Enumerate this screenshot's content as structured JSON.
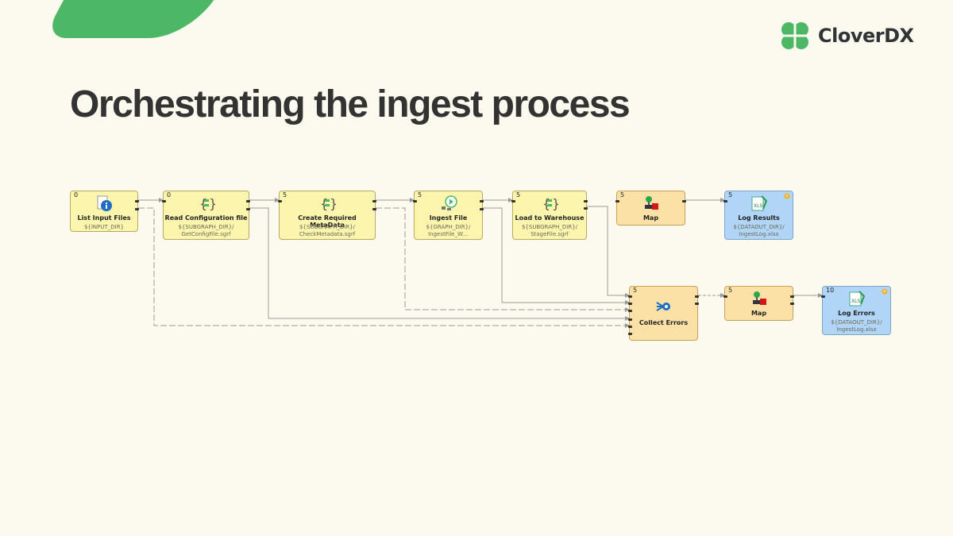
{
  "header": {
    "title": "Orchestrating the ingest process",
    "brand": "CloverDX"
  },
  "colors": {
    "brand_green": "#4cb866",
    "component_yellow": "#fbf5ad",
    "component_orange": "#fbe1a6",
    "component_blue": "#b1d5f6"
  },
  "nodes": {
    "list_input": {
      "num": "0",
      "label": "List Input Files",
      "path": "${INPUT_DIR}",
      "icon": "info-file-icon"
    },
    "read_config": {
      "num": "0",
      "label": "Read Configuration file",
      "path": "${SUBGRAPH_DIR}/ GetConfigFile.sgrf",
      "icon": "subgraph-icon"
    },
    "create_meta": {
      "num": "5",
      "label": "Create Required MetaData",
      "path": "${SUBGRAPH_DIR}/ CheckMetadata.sgrf",
      "icon": "subgraph-icon"
    },
    "ingest_file": {
      "num": "5",
      "label": "Ingest File",
      "path": "${GRAPH_DIR}/ IngestFile_W…",
      "icon": "run-graph-icon"
    },
    "load_wh": {
      "num": "5",
      "label": "Load to Warehouse",
      "path": "${SUBGRAPH_DIR}/ StageFile.sgrf",
      "icon": "subgraph-icon"
    },
    "map1": {
      "num": "5",
      "label": "Map",
      "icon": "map-icon"
    },
    "log_results": {
      "num": "5",
      "label": "Log Results",
      "path": "${DATAOUT_DIR}/ IngestLog.xlsx",
      "icon": "xls-writer-icon"
    },
    "collect_errors": {
      "num": "5",
      "label": "Collect Errors",
      "icon": "merge-icon"
    },
    "map2": {
      "num": "5",
      "label": "Map",
      "icon": "map-icon"
    },
    "log_errors": {
      "num": "10",
      "label": "Log Errors",
      "path": "${DATAOUT_DIR}/ IngestLog.xlsx",
      "icon": "xls-writer-icon"
    }
  }
}
